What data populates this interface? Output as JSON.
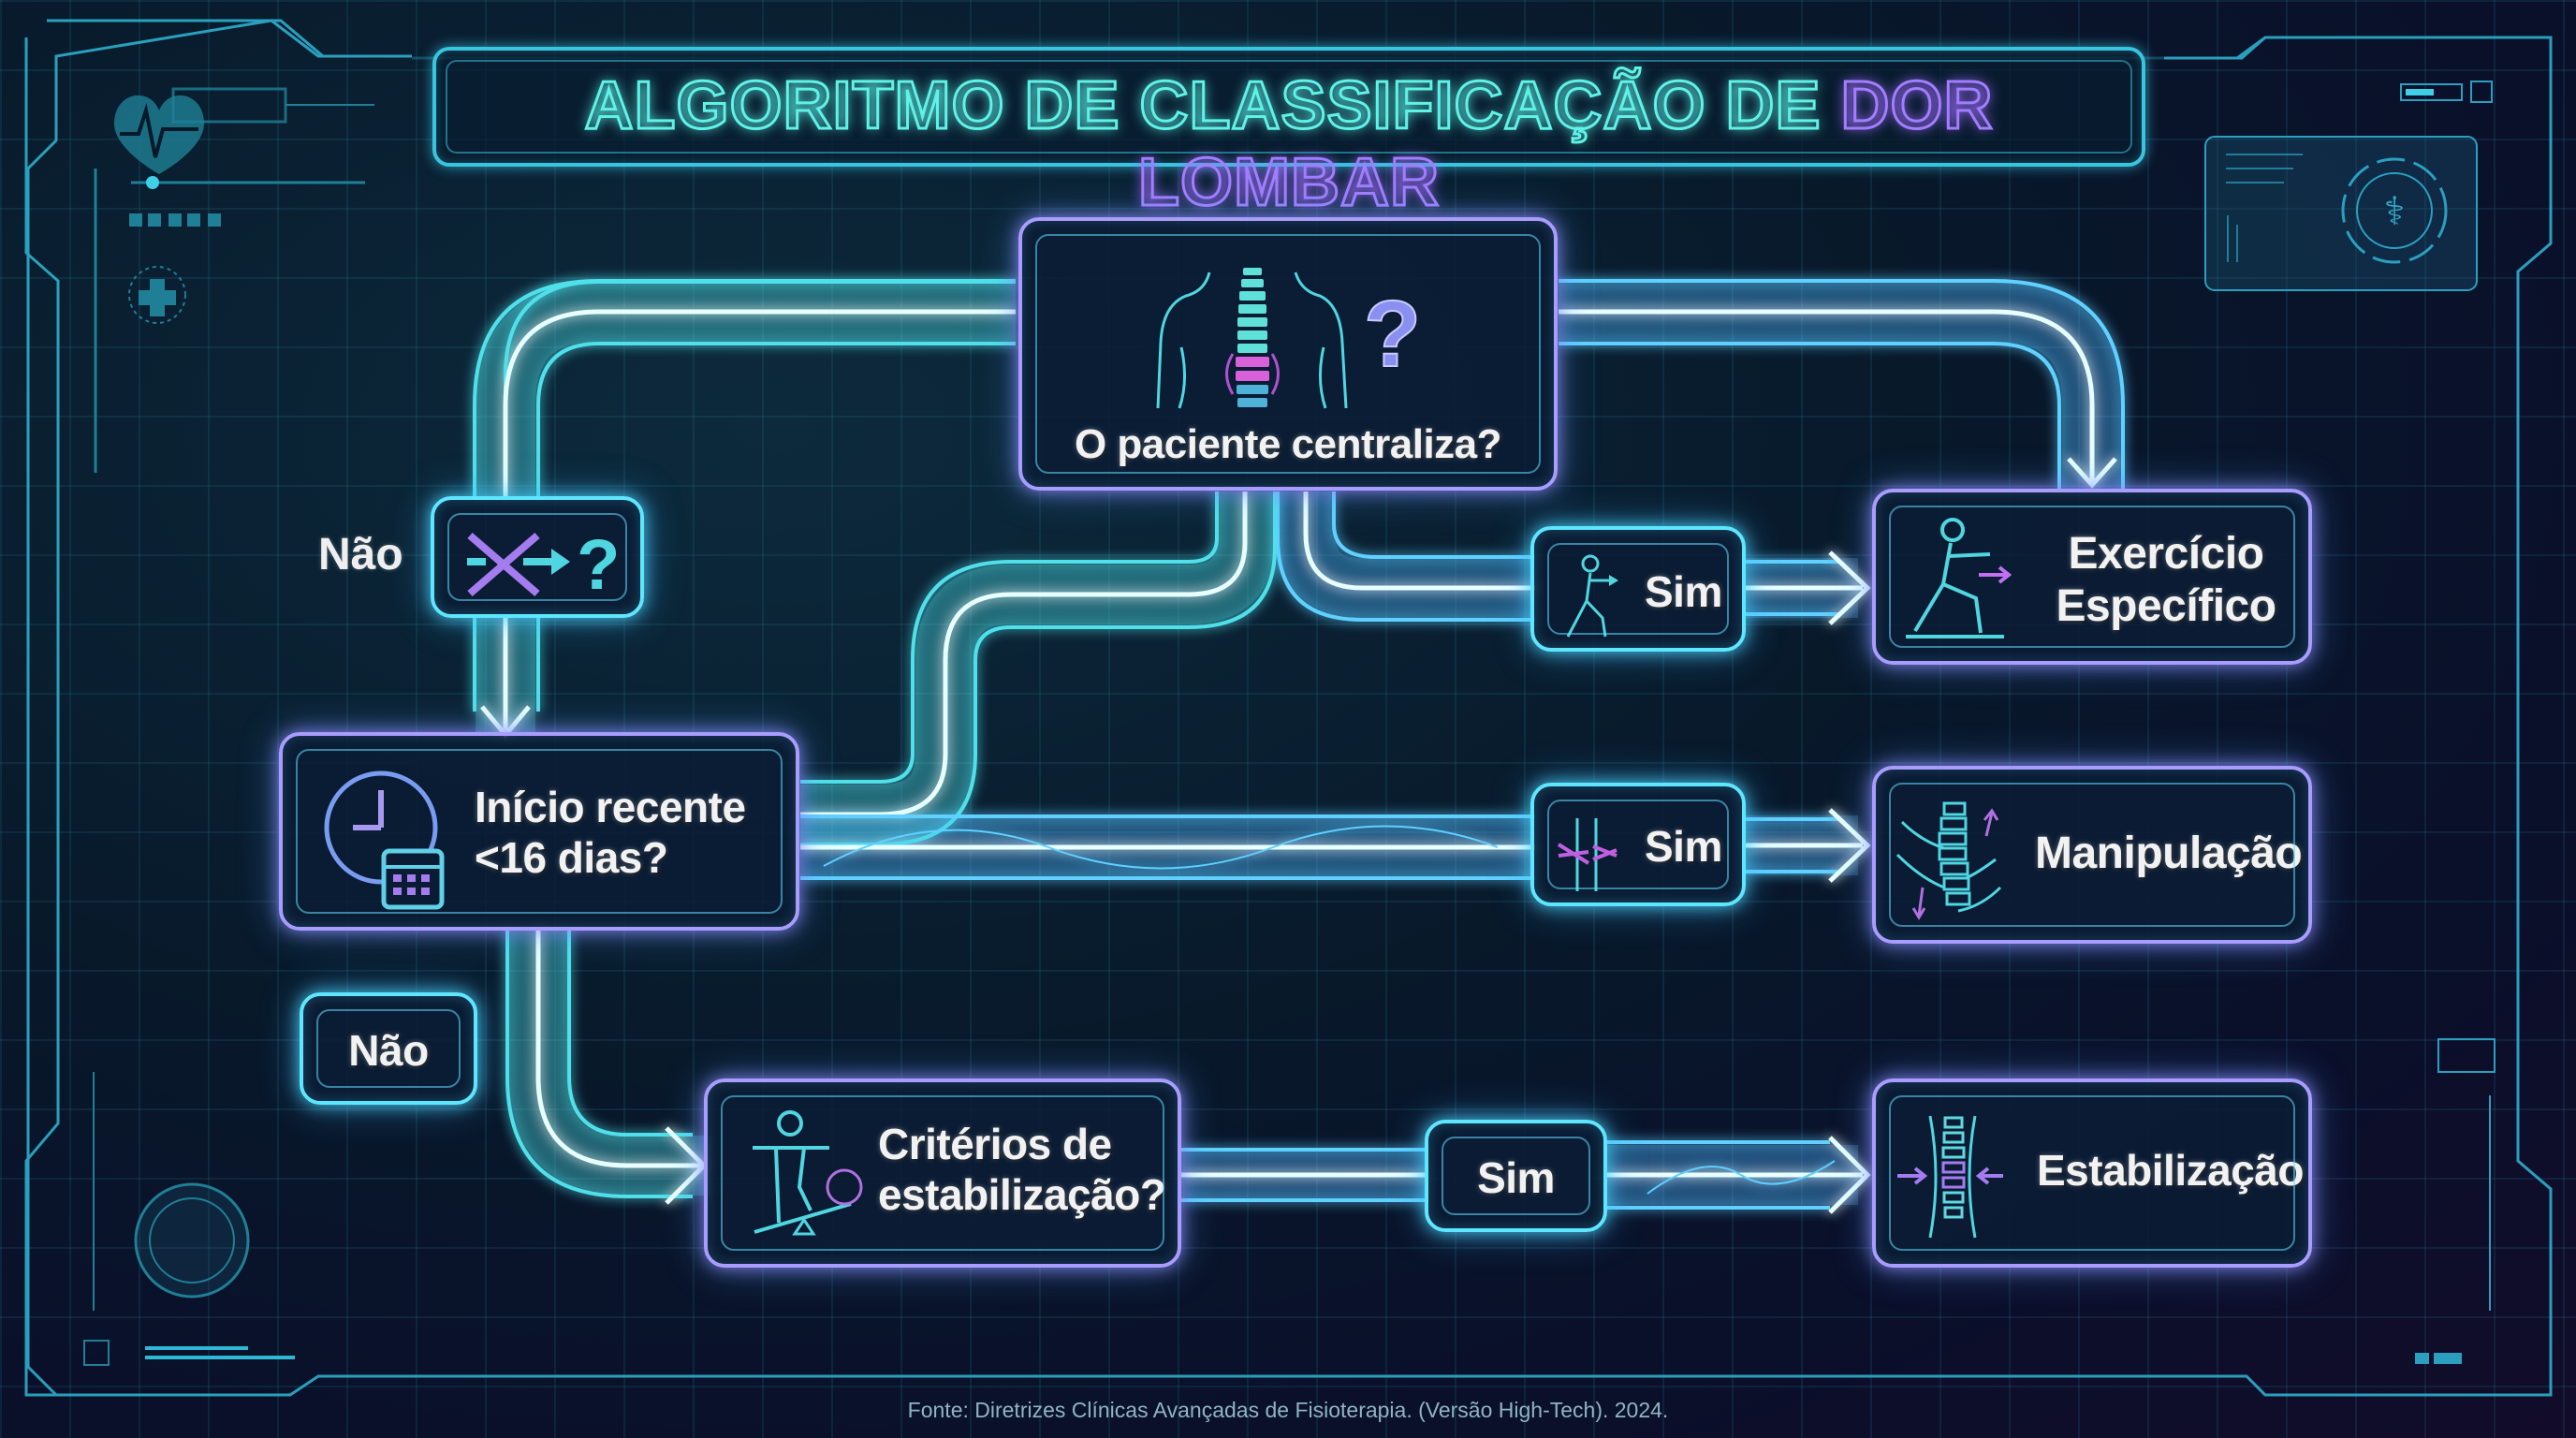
{
  "title": {
    "part1": "ALGORITMO DE CLASSIFICAÇÃO DE ",
    "part2": "DOR LOMBAR",
    "color_part1": "#5ff2e6",
    "color_part2": "#a27dff"
  },
  "nodes": {
    "centraliza": {
      "label": "O paciente centraliza?",
      "icon": "spine-back-question-icon"
    },
    "nao_unknown": {
      "icon": "cross-arrow-question-icon"
    },
    "inicio": {
      "line1": "Início recente",
      "line2": "<16 dias?",
      "icon": "clock-calendar-icon"
    },
    "nao_box": {
      "label": "Não"
    },
    "criterios": {
      "line1": "Critérios de",
      "line2": "estabilização?",
      "icon": "balance-figure-icon"
    },
    "sim_exercicio": {
      "label": "Sim",
      "icon": "stretching-figure-icon"
    },
    "sim_manipulacao": {
      "label": "Sim",
      "icon": "spine-hands-icon"
    },
    "sim_estabilizacao": {
      "label": "Sim"
    },
    "exercicio": {
      "line1": "Exercício",
      "line2": "Específico",
      "icon": "lunge-figure-icon"
    },
    "manipulacao": {
      "label": "Manipulação",
      "icon": "spine-manipulation-icon"
    },
    "estabilizacao": {
      "label": "Estabilização",
      "icon": "spine-compression-icon"
    }
  },
  "labels": {
    "nao_left": "Não"
  },
  "footer": "Fonte: Diretrizes Clínicas Avançadas de Fisioterapia. (Versão High-Tech). 2024.",
  "colors": {
    "cyan": "#5fe6ff",
    "purple": "#a99cff",
    "background": "#08192a"
  }
}
